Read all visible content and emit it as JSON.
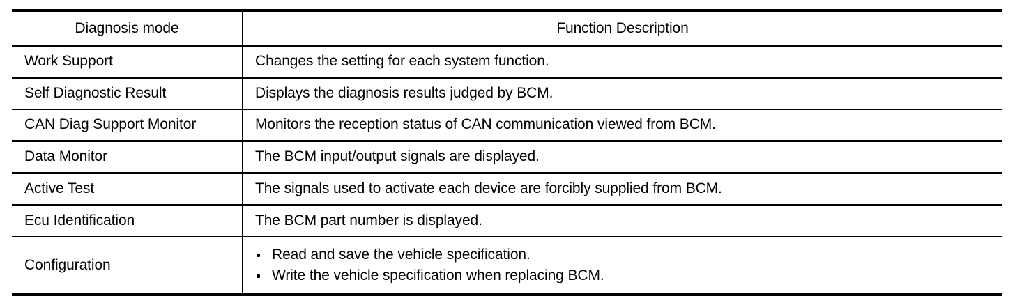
{
  "table": {
    "columns": [
      {
        "key": "mode",
        "header": "Diagnosis mode"
      },
      {
        "key": "description",
        "header": "Function Description"
      }
    ],
    "rows": [
      {
        "mode": "Work Support",
        "description": "Changes the setting for each system function.",
        "bullets": []
      },
      {
        "mode": "Self Diagnostic Result",
        "description": "Displays the diagnosis results judged by BCM.",
        "bullets": []
      },
      {
        "mode": "CAN Diag Support Monitor",
        "description": "Monitors the reception status of CAN communication viewed from BCM.",
        "bullets": []
      },
      {
        "mode": "Data Monitor",
        "description": "The BCM input/output signals are displayed.",
        "bullets": []
      },
      {
        "mode": "Active Test",
        "description": "The signals used to activate each device are forcibly supplied from BCM.",
        "bullets": []
      },
      {
        "mode": "Ecu Identification",
        "description": "The BCM part number is displayed.",
        "bullets": []
      },
      {
        "mode": "Configuration",
        "description": "",
        "bullets": [
          "Read and save the vehicle specification.",
          "Write the vehicle specification when replacing BCM."
        ]
      }
    ]
  },
  "style": {
    "text_color": "#000000",
    "background_color": "#ffffff",
    "rule_color": "#000000"
  }
}
